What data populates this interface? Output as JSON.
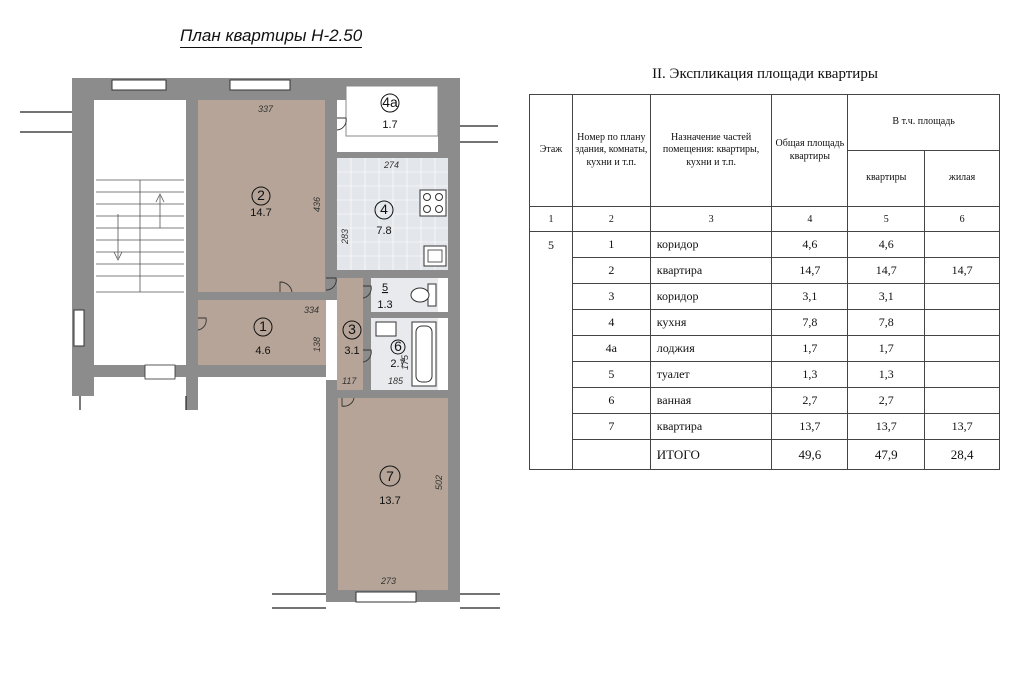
{
  "plan": {
    "title": "План квартиры Н-2.50",
    "rooms": [
      {
        "id": "2",
        "area": "14.7"
      },
      {
        "id": "4а",
        "area": "1.7"
      },
      {
        "id": "4",
        "area": "7.8"
      },
      {
        "id": "1",
        "area": "4.6"
      },
      {
        "id": "3",
        "area": "3.1"
      },
      {
        "id": "5",
        "area": "1.3"
      },
      {
        "id": "6",
        "area": "2.7"
      },
      {
        "id": "7",
        "area": "13.7"
      }
    ],
    "dims": {
      "d337": "337",
      "d436": "436",
      "d274": "274",
      "d283": "283",
      "d334": "334",
      "d138": "138",
      "d117": "117",
      "d185": "185",
      "d175": "175",
      "d502": "502",
      "d273": "273"
    }
  },
  "table": {
    "title": "II. Экспликация площади квартиры",
    "headers": {
      "floor": "Этаж",
      "number": "Номер по плану здания, комнаты, кухни и т.п.",
      "purpose": "Назначение частей помещения: квартиры, кухни и т.п.",
      "total": "Общая площадь квартиры",
      "incl": "В т.ч. площадь",
      "apartment": "квартиры",
      "living": "жилая"
    },
    "col_numbers": [
      "1",
      "2",
      "3",
      "4",
      "5",
      "6"
    ],
    "floor_value": "5",
    "rows": [
      {
        "num": "1",
        "name": "коридор",
        "total": "4,6",
        "apt": "4,6",
        "living": ""
      },
      {
        "num": "2",
        "name": "квартира",
        "total": "14,7",
        "apt": "14,7",
        "living": "14,7"
      },
      {
        "num": "3",
        "name": "коридор",
        "total": "3,1",
        "apt": "3,1",
        "living": ""
      },
      {
        "num": "4",
        "name": "кухня",
        "total": "7,8",
        "apt": "7,8",
        "living": ""
      },
      {
        "num": "4а",
        "name": "лоджия",
        "total": "1,7",
        "apt": "1,7",
        "living": ""
      },
      {
        "num": "5",
        "name": "туалет",
        "total": "1,3",
        "apt": "1,3",
        "living": ""
      },
      {
        "num": "6",
        "name": "ванная",
        "total": "2,7",
        "apt": "2,7",
        "living": ""
      },
      {
        "num": "7",
        "name": "квартира",
        "total": "13,7",
        "apt": "13,7",
        "living": "13,7"
      }
    ],
    "total": {
      "label": "ИТОГО",
      "total": "49,6",
      "apt": "47,9",
      "living": "28,4"
    }
  }
}
